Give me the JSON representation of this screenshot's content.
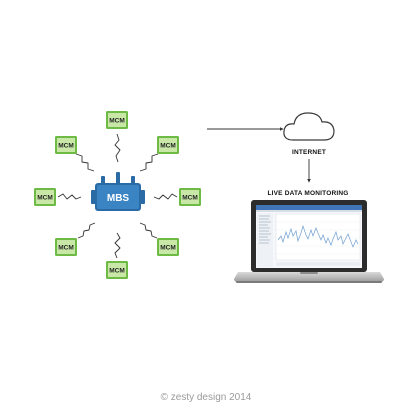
{
  "diagram": {
    "hub": {
      "label": "MBS"
    },
    "modules": [
      {
        "id": "top",
        "label": "MCM"
      },
      {
        "id": "upper-right",
        "label": "MCM"
      },
      {
        "id": "right",
        "label": "MCM"
      },
      {
        "id": "lower-right",
        "label": "MCM"
      },
      {
        "id": "bottom",
        "label": "MCM"
      },
      {
        "id": "lower-left",
        "label": "MCM"
      },
      {
        "id": "left",
        "label": "MCM"
      },
      {
        "id": "upper-left",
        "label": "MCM"
      }
    ],
    "cloud_label": "INTERNET",
    "monitor_label": "LIVE DATA MONITORING"
  },
  "footer": {
    "copyright": "© zesty design 2014"
  },
  "colors": {
    "module_fill": "#c9e8a8",
    "module_border": "#6dba45",
    "hub_fill": "#3a84c4",
    "hub_border": "#2a6aa5",
    "link": "#333333",
    "screen_header": "#3f74b6",
    "chart_line": "#6f9fd0",
    "laptop_body": "#2c2c2c"
  }
}
